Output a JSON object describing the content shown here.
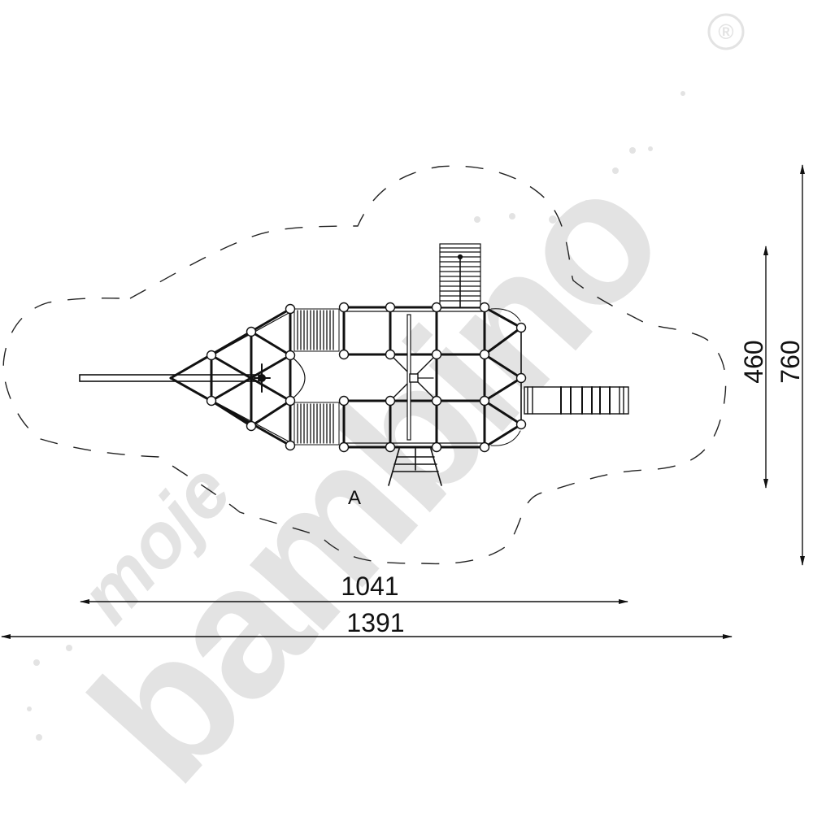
{
  "drawing": {
    "type": "playground-structure-plan-view",
    "zone_label": "A",
    "dimensions": {
      "inner_width": "1041",
      "outer_width": "1391",
      "inner_height": "460",
      "outer_height": "760"
    }
  },
  "watermark": {
    "line1": "moje",
    "line2": "bambino",
    "registered_mark": "®",
    "color": "#e3e3e3"
  },
  "colors": {
    "line": "#111111",
    "dash": "#222222",
    "background": "#ffffff"
  }
}
